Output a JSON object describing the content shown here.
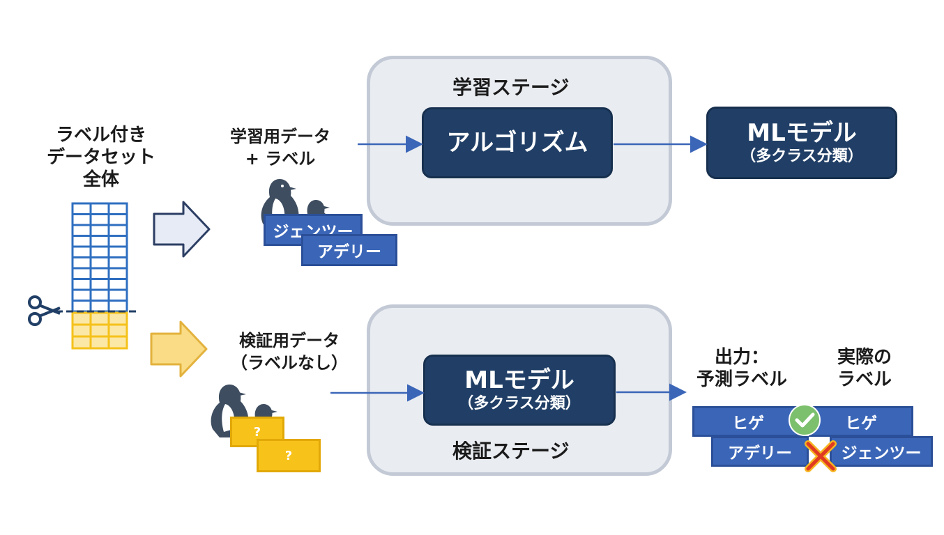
{
  "dataset": {
    "title_line1": "ラベル付き",
    "title_line2": "データセット",
    "title_line3": "全体"
  },
  "train_data": {
    "line1": "学習用データ",
    "line2": "+ ラベル"
  },
  "train_labels": {
    "label1": "ジェンツー",
    "label2": "アデリー"
  },
  "validation_data": {
    "line1": "検証用データ",
    "line2": "（ラベルなし）"
  },
  "validation_labels": {
    "unknown1": "?",
    "unknown2": "?"
  },
  "train_stage": {
    "title": "学習ステージ",
    "algorithm": "アルゴリズム"
  },
  "trained_model": {
    "name": "MLモデル",
    "sub": "（多クラス分類）"
  },
  "validation_stage": {
    "title": "検証ステージ",
    "model_name": "MLモデル",
    "model_sub": "（多クラス分類）"
  },
  "output": {
    "pred_heading_line1": "出力：",
    "pred_heading_line2": "予測ラベル",
    "actual_heading_line1": "実際の",
    "actual_heading_line2": "ラベル",
    "pred_row1": "ヒゲ",
    "actual_row1": "ヒゲ",
    "pred_row2": "アデリー",
    "actual_row2": "ジェンツー"
  },
  "colors": {
    "navy": "#213f66",
    "train_blue": "#2f6fc0",
    "validation_yellow": "#f5c21b",
    "stage_gray": "#e9ecf1",
    "check_green": "#7cc06d",
    "cross_red": "#e03a22"
  },
  "icons": [
    "scissors-icon",
    "penguin-icon",
    "check-icon",
    "cross-icon",
    "arrow-icon"
  ]
}
